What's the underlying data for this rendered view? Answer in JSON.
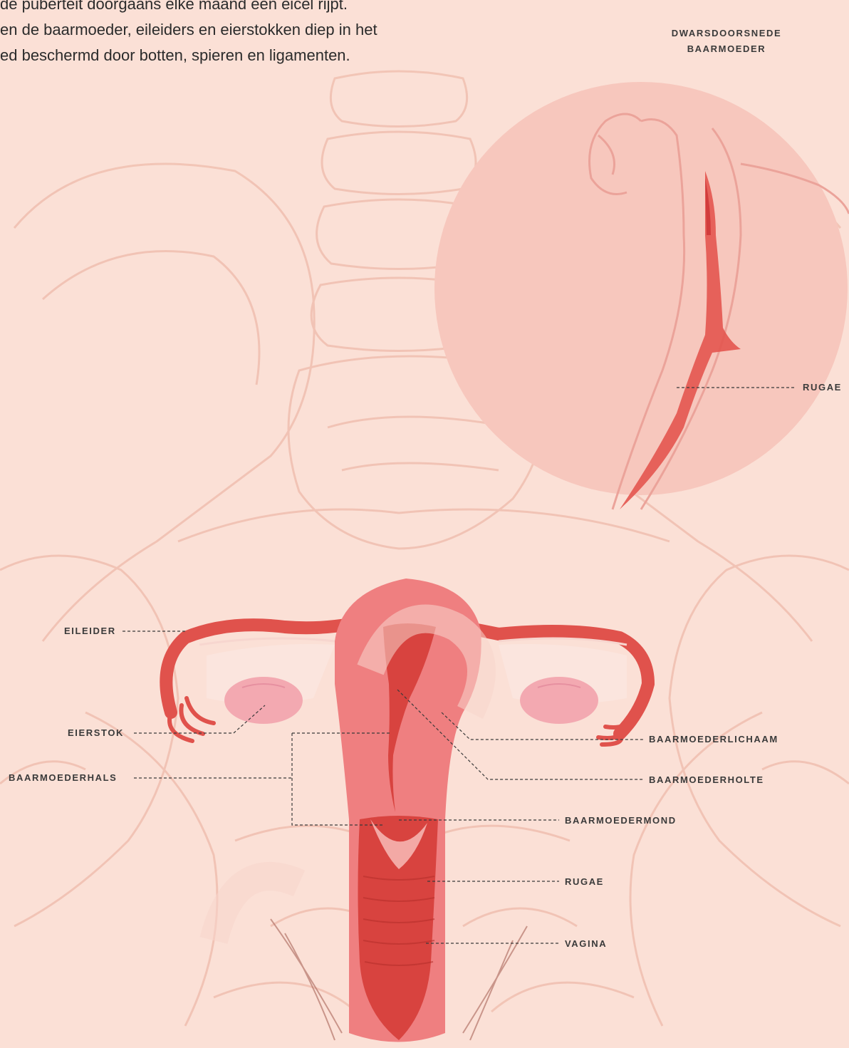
{
  "intro": {
    "lines": [
      "de puberteit doorgaans elke maand een eicel rijpt.",
      "en de baarmoeder, eileiders en eierstokken diep in het",
      "ed beschermd door botten, spieren en ligamenten."
    ]
  },
  "inset": {
    "title_lines": [
      "DWARSDOORSNEDE",
      "BAARMOEDER"
    ],
    "label_rugae": "RUGAE"
  },
  "labels": {
    "eileider": "EILEIDER",
    "eierstok": "EIERSTOK",
    "baarmoederhals": "BAARMOEDERHALS",
    "baarmoederlichaam": "BAARMOEDERLICHAAM",
    "baarmoederholte": "BAARMOEDERHOLTE",
    "baarmoedermond": "BAARMOEDERMOND",
    "rugae": "RUGAE",
    "vagina": "VAGINA"
  },
  "colors": {
    "background": "#fbe0d6",
    "bone_line": "#f0bfb0",
    "inset_disc": "#f7c7bd",
    "uterus_outer": "#ef7f80",
    "uterus_inner": "#d8433f",
    "tube": "#e0524c",
    "ovary": "#f3a9b1",
    "label_text": "#3a3a3a"
  }
}
